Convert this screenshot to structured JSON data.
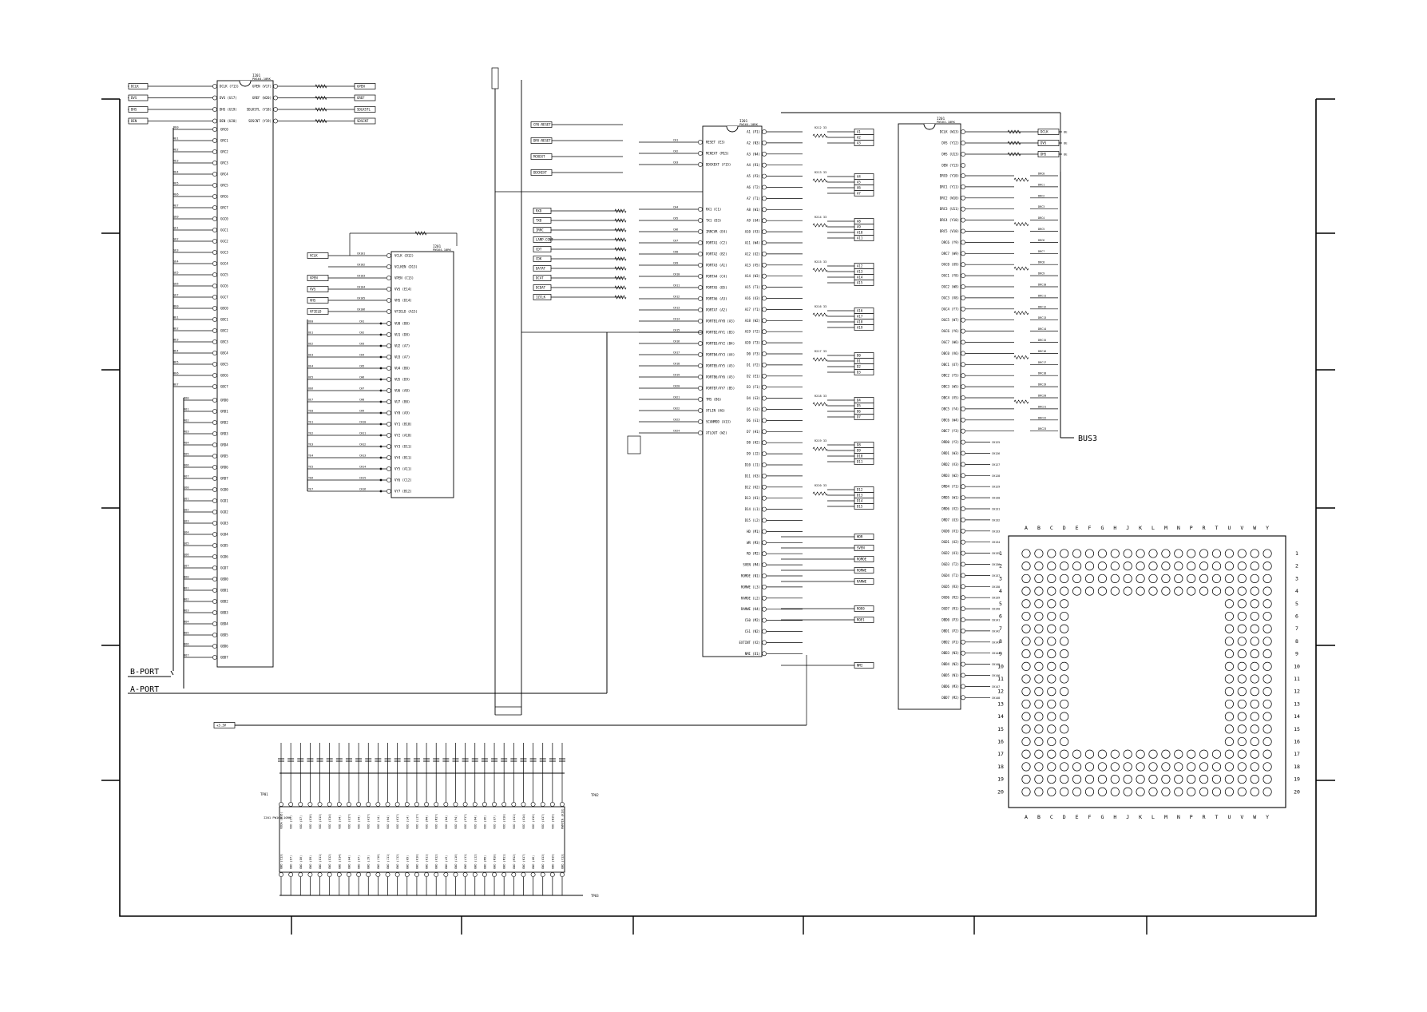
{
  "ic1201": {
    "name": "I201",
    "part": "PW164-10RK",
    "left_pins": [
      {
        "net": "DCLK",
        "label": "DCLK (Y13)"
      },
      {
        "net": "DVS",
        "label": "DVS (U17)"
      },
      {
        "net": "DHS",
        "label": "DHS (U19)"
      },
      {
        "net": "DEN",
        "label": "DEN (U20)"
      }
    ],
    "right_pins": [
      {
        "label": "GPEN (V17)",
        "net": "GPEN"
      },
      {
        "label": "GREF (W20)",
        "net": "GREF"
      },
      {
        "label": "SDLKSTL (Y18)",
        "net": "SDLKSTL"
      },
      {
        "label": "SDSCNT (Y19)",
        "net": "SDSCNT"
      }
    ],
    "b_port": [
      "GRC0",
      "GRC1",
      "GRC2",
      "GRC3",
      "GRC4",
      "GRC5",
      "GRC6",
      "GRC7",
      "GGC0",
      "GGC1",
      "GGC2",
      "GGC3",
      "GGC4",
      "GGC5",
      "GGC6",
      "GGC7",
      "GBC0",
      "GBC1",
      "GBC2",
      "GBC3",
      "GBC4",
      "GBC5",
      "GBC6",
      "GBC7"
    ],
    "a_port": [
      "GRD0",
      "GRD1",
      "GRD2",
      "GRD3",
      "GRD4",
      "GRD5",
      "GRD6",
      "GRD7",
      "GGD0",
      "GGD1",
      "GGD2",
      "GGD3",
      "GGD4",
      "GGD5",
      "GGD6",
      "GGD7",
      "GBD0",
      "GBD1",
      "GBD2",
      "GBD3",
      "GBD4",
      "GBD5",
      "GBD6",
      "GBD7"
    ],
    "b_nets": [
      "RE0",
      "RE1",
      "RE2",
      "RE3",
      "RE4",
      "RE5",
      "RE6",
      "RE7",
      "GE0",
      "GE1",
      "GE2",
      "GE3",
      "GE4",
      "GE5",
      "GE6",
      "GE7",
      "BE0",
      "BE1",
      "BE2",
      "BE3",
      "BE4",
      "BE5",
      "BE6",
      "BE7"
    ],
    "a_nets": [
      "RO0",
      "RO1",
      "RO2",
      "RO3",
      "RO4",
      "RO5",
      "RO6",
      "RO7",
      "GO0",
      "GO1",
      "GO2",
      "GO3",
      "GO4",
      "GO5",
      "GO6",
      "GO7",
      "BO0",
      "BO1",
      "BO2",
      "BO3",
      "BO4",
      "BO5",
      "BO6",
      "BO7"
    ]
  },
  "port_labels": {
    "b": "B-PORT",
    "a": "A-PORT",
    "bus3": "BUS3"
  },
  "ic_vid": {
    "name": "I201",
    "part": "PW164-10RK",
    "inputs": [
      {
        "net": "VCLK",
        "label": "VCLK (D12)"
      },
      {
        "net": "",
        "label": "VCLKEN (D13)"
      },
      {
        "net": "VPEN",
        "label": "VPEN (C13)"
      },
      {
        "net": "VVS",
        "label": "VVS (E14)"
      },
      {
        "net": "VHS",
        "label": "VHS (D14)"
      },
      {
        "net": "VFIELD",
        "label": "VFIELD (A15)"
      }
    ],
    "yuv_pins": [
      "VU0 (B8)",
      "VU1 (D8)",
      "VU2 (A7)",
      "VU3 (A7)",
      "VU4 (B8)",
      "VU5 (D9)",
      "VU6 (A8)",
      "VU7 (B8)",
      "VY0 (A9)",
      "VY1 (B10)",
      "VY2 (A10)",
      "VY3 (D11)",
      "VY4 (B11)",
      "VY5 (A11)",
      "VY6 (C12)",
      "VY7 (B12)"
    ]
  },
  "ic_cpu": {
    "name": "I201",
    "part": "PW164-10RK",
    "left_pins": [
      "RESET (E3)",
      "MCKEXT (M15)",
      "DDCKEXT (Y15)",
      "RX1 (C1)",
      "TX1 (D3)",
      "IRRCVR (E4)",
      "PORTA1 (C2)",
      "PORTA2 (B2)",
      "PORTA3 (A1)",
      "PORTA4 (C4)",
      "PORTA5 (B5)",
      "PORTA6 (A3)",
      "PORTA7 (A2)",
      "PORTB1/VY0 (A3)",
      "PORTB2/VY1 (B3)",
      "PORTB3/VY2 (B4)",
      "PORTB4/VY3 (A4)",
      "PORTB5/VY5 (A5)",
      "PORTB6/VY6 (A5)",
      "PORTB7/VY7 (B5)",
      "TMS (B6)",
      "XTLIN (A6)",
      "SCANMOD (A13)",
      "XTLOUT (W2)"
    ],
    "right_pins": [
      "A1 (P1)",
      "A2 (N3)",
      "A3 (N4)",
      "A4 (R1)",
      "A5 (P3)",
      "A6 (T2)",
      "A7 (T1)",
      "A8 (W1)",
      "A9 (U4)",
      "A10 (V3)",
      "A11 (W4)",
      "A12 (U2)",
      "A13 (V5)",
      "A14 (W3)",
      "A15 (T1)",
      "A16 (U3)",
      "A17 (Y1)",
      "A18 (W2)",
      "A19 (Y2)",
      "A20 (T3)",
      "D0 (F3)",
      "D1 (F2)",
      "D2 (E1)",
      "D3 (F1)",
      "D4 (G3)",
      "D5 (G2)",
      "D6 (G1)",
      "D7 (H1)",
      "D8 (H2)",
      "D9 (J2)",
      "D10 (J1)",
      "D11 (K3)",
      "D12 (K2)",
      "D13 (K1)",
      "D14 (L1)",
      "D15 (L2)",
      "HD (M1)",
      "WR (M3)",
      "RD (M2)",
      "SVEN (M4)",
      "ROMOE (N1)",
      "ROMWE (L3)",
      "RAMOE (L2)",
      "RAMWE (K4)",
      "CS0 (M2)",
      "CS1 (N2)",
      "EXTINT (V2)",
      "NMI (D1)"
    ]
  },
  "cpu_signals": {
    "left": [
      "CPU-RESET",
      "DRV-RESET",
      "MCKEXT",
      "DDCKEXT",
      "RXD",
      "TXD",
      "IRRC",
      "LAMP-CONT",
      "CDT",
      "CDK",
      "DATAT",
      "DCAT",
      "DCDAT",
      "IZCLK"
    ],
    "addr_buses": [
      [
        "A1",
        "A2",
        "A3"
      ],
      [
        "A4",
        "A5",
        "A6",
        "A7"
      ],
      [
        "A8",
        "A9",
        "A10",
        "A11"
      ],
      [
        "A12",
        "A13",
        "A14",
        "A15"
      ],
      [
        "A16",
        "A17",
        "A18",
        "A19"
      ],
      [
        "D0",
        "D1",
        "D2",
        "D3"
      ],
      [
        "D4",
        "D5",
        "D6",
        "D7"
      ],
      [
        "D8",
        "D9",
        "D10",
        "D11"
      ],
      [
        "D12",
        "D13",
        "D14",
        "D15"
      ]
    ],
    "right_single": [
      "HDR",
      "SVEN",
      "ROMOE",
      "ROMWE",
      "RAMWE",
      "ROE0",
      "ROE1",
      "NMI"
    ]
  },
  "ic_dram": {
    "name": "I201",
    "part": "PW164-10RK",
    "left_pins": [
      {
        "label": "DCLK (W13)",
        "net": "DCLK"
      },
      {
        "label": "DVS (Y12)",
        "net": "DVS"
      },
      {
        "label": "DHS (U13)",
        "net": "DHS"
      },
      {
        "label": "DEN (Y13)",
        "net": "DEN"
      }
    ],
    "out_nets_right": [
      "DCLK",
      "DVS",
      "DHS"
    ],
    "out_refs": [
      "OE",
      "OE",
      "OE"
    ],
    "data_pins": [
      "DRC0 (Y10)",
      "DRC1 (Y11)",
      "DRC2 (W10)",
      "DRC3 (U11)",
      "DRC4 (Y10)",
      "DRC5 (V10)",
      "DRC6 (Y9)",
      "DRC7 (W9)",
      "DGC0 (U9)",
      "DGC1 (Y8)",
      "DGC2 (W8)",
      "DGC3 (V8)",
      "DGC4 (Y7)",
      "DGC5 (W7)",
      "DGC6 (Y6)",
      "DGC7 (W6)",
      "DBC0 (V6)",
      "DBC1 (U7)",
      "DBC2 (Y5)",
      "DBC3 (W5)",
      "DBC4 (V5)",
      "DBC5 (Y4)",
      "DBC6 (W4)",
      "DBC7 (Y3)",
      "DRD0 (Y2)",
      "DRD1 (W3)",
      "DRD2 (V3)",
      "DRD3 (W2)",
      "DRD4 (Y1)",
      "DRD5 (W1)",
      "DRD6 (V2)",
      "DRD7 (U3)",
      "DGD0 (V1)",
      "DGD1 (U2)",
      "DGD2 (U1)",
      "DGD3 (T2)",
      "DGD4 (T1)",
      "DGD5 (R3)",
      "DGD6 (R2)",
      "DGD7 (R1)",
      "DBD0 (P3)",
      "DBD1 (P2)",
      "DBD2 (P1)",
      "DBD3 (N3)",
      "DBD4 (N2)",
      "DBD5 (N1)",
      "DBD6 (M3)",
      "DBD7 (M2)"
    ]
  },
  "power": {
    "rail_label": "+3.3V",
    "ic_label": "I201 PW164-10RK",
    "pins_top": [
      "VDDA (B16)",
      "VDD (C7)",
      "VDD (D7)",
      "VDD (D10)",
      "VDD (D13)",
      "VDD (D14)",
      "VDD (G4)",
      "VDD (G17)",
      "VDD (H4)",
      "VDD (H17)",
      "VDD (J4)",
      "VDD (K4)",
      "VDD (K17)",
      "VDD (L4)",
      "VDD (L17)",
      "VDD (M4)",
      "VDD (M17)",
      "VDD (N4)",
      "VDD (P4)",
      "VDD (P17)",
      "VDD (R4)",
      "VDD (U6)",
      "VDD (U7)",
      "VDD (U10)",
      "VDD (U11)",
      "VDD (U14)",
      "VDD (U15)",
      "VDD (U17)",
      "VDD (W15)",
      "PWRPIN (K18)"
    ],
    "pins_bottom": [
      "GND (C13)",
      "GND (D7)",
      "GND (D8)",
      "GND (D9)",
      "GND (D11)",
      "GND (D12)",
      "GND (D14)",
      "GND (H4)",
      "GND (H7)",
      "GND (J9)",
      "GND (J10)",
      "GND (J11)",
      "GND (J12)",
      "GND (K9)",
      "GND (K10)",
      "GND (K11)",
      "GND (K12)",
      "GND (L9)",
      "GND (L10)",
      "GND (L11)",
      "GND (L12)",
      "GND (M9)",
      "GND (M10)",
      "GND (M11)",
      "GND (M12)",
      "GND (N17)",
      "GND (U8)",
      "GND (U13)",
      "GND (W15)",
      "GND (V13)"
    ],
    "test_labels": [
      "TP01",
      "TP02",
      "TP03"
    ]
  },
  "bga": {
    "cols": [
      "A",
      "B",
      "C",
      "D",
      "E",
      "F",
      "G",
      "H",
      "J",
      "K",
      "L",
      "M",
      "N",
      "P",
      "R",
      "T",
      "U",
      "V",
      "W",
      "Y"
    ],
    "rows": [
      "1",
      "2",
      "3",
      "4",
      "5",
      "6",
      "7",
      "8",
      "9",
      "10",
      "11",
      "12",
      "13",
      "14",
      "15",
      "16",
      "17",
      "18",
      "19",
      "20"
    ]
  },
  "frame": {
    "h_ticks": 6,
    "v_ticks": 6
  }
}
